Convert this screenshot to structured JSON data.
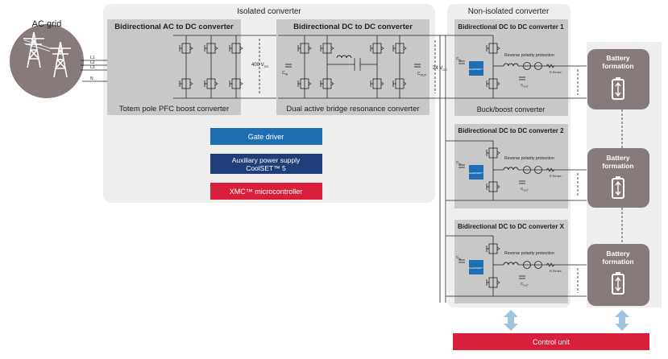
{
  "ac_grid": {
    "label": "AC grid",
    "phases": [
      "L1",
      "L2",
      "L3",
      "N"
    ]
  },
  "isolated": {
    "title": "Isolated converter",
    "pfc": {
      "title": "Bidirectional AC to DC converter",
      "subtitle": "Totem pole PFC boost converter"
    },
    "dab": {
      "title": "Bidirectional DC to DC converter",
      "subtitle": "Dual active bridge resonance converter"
    },
    "bus_high": "400 V",
    "bus_high_sub": "DC",
    "cin": "C",
    "cin_sub": "IN",
    "cout": "C",
    "cout_sub": "OUT",
    "bus_low": "24 V",
    "bus_low_sub": "DC",
    "blocks": {
      "gate_driver": "Gate driver",
      "aux_line1": "Auxiliary power supply",
      "aux_line2": "CoolSET™ 5",
      "xmc": "XMC™ microcontroller"
    }
  },
  "non_isolated": {
    "title": "Non-isolated converter",
    "converters": [
      {
        "title": "Bidirectional DC to DC converter 1",
        "subtitle": "Buck/boost converter"
      },
      {
        "title": "Bidirectional DC to DC converter 2",
        "subtitle": ""
      },
      {
        "title": "Bidirectional DC to DC converter X",
        "subtitle": ""
      }
    ],
    "rpp": "Reverse polarity protection",
    "rsense": "R Sense",
    "chip": "EiceDRIVER™",
    "cin": "C",
    "cin_sub": "IN",
    "cout": "C",
    "cout_sub": "OUT"
  },
  "battery": {
    "line1": "Battery",
    "line2": "formation"
  },
  "control_unit": "Control unit",
  "colors": {
    "panel": "#eeeeee",
    "block": "#c8c8c8",
    "gate_driver": "#1f6db3",
    "aux": "#1e3f79",
    "xmc": "#d9203a",
    "battery": "#867a7b",
    "control": "#d9203a",
    "arrow": "#9ec3dd"
  }
}
